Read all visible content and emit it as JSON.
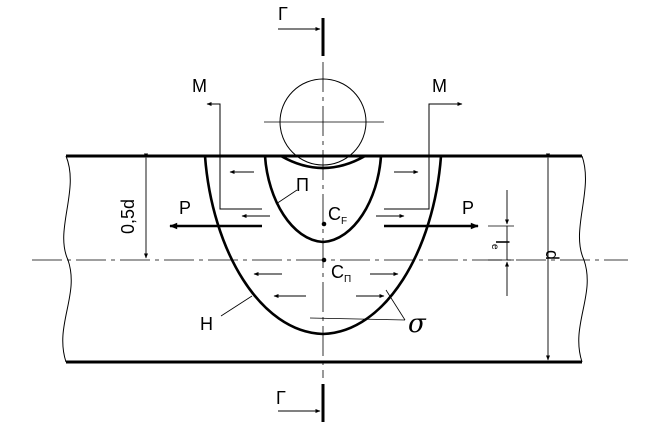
{
  "diagram": {
    "section_mark": "Г",
    "moment_label": "М",
    "force_label": "Р",
    "zone_inner_label": "П",
    "zone_outer_label": "Н",
    "center_f": "С",
    "center_f_sub": "F",
    "center_p": "С",
    "center_p_sub": "П",
    "stress_label": "σ",
    "half_depth_label": "0,5d",
    "depth_label": "d",
    "ecc_label": "l",
    "ecc_sub": "e"
  }
}
